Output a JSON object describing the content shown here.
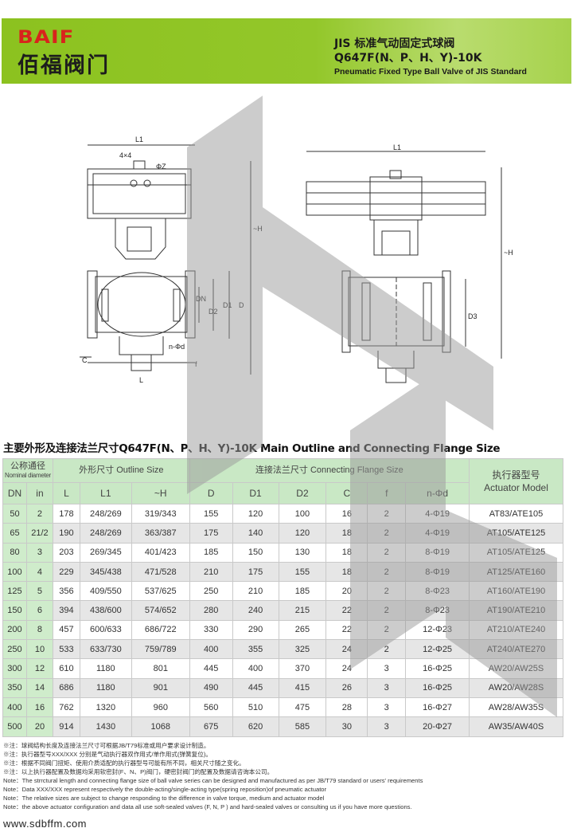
{
  "header": {
    "logo_en": "BAIF",
    "logo_cn": "佰福阀门",
    "title_cn": "JIS 标准气动固定式球阀",
    "model": "Q647F(N、P、H、Y)-10K",
    "title_en": "Pneumatic Fixed Type Ball Valve of JIS Standard"
  },
  "drawing": {
    "left_labels": {
      "l1": "L1",
      "key": "4×4",
      "phi_z": "ΦZ",
      "h": "~H",
      "dn": "DN",
      "d2": "D2",
      "d1": "D1",
      "d": "D",
      "c": "C",
      "f": "f",
      "nphid": "n-Φd",
      "l": "L"
    },
    "right_labels": {
      "l1": "L1",
      "h": "~H",
      "d3": "D3"
    }
  },
  "section_title": "主要外形及连接法兰尺寸Q647F(N、P、H、Y)-10K   Main Outline and Connecting Flange Size",
  "table": {
    "group_headers": {
      "nominal_cn": "公称通径",
      "nominal_en": "Nominal diameter",
      "outline": "外形尺寸 Outline Size",
      "flange": "连接法兰尺寸 Connecting Flange Size",
      "actuator_cn": "执行器型号",
      "actuator_en": "Actuator Model"
    },
    "columns": [
      "DN",
      "in",
      "L",
      "L1",
      "~H",
      "D",
      "D1",
      "D2",
      "C",
      "f",
      "n-Φd"
    ],
    "rows": [
      [
        "50",
        "2",
        "178",
        "248/269",
        "319/343",
        "155",
        "120",
        "100",
        "16",
        "2",
        "4-Φ19",
        "AT83/ATE105"
      ],
      [
        "65",
        "21/2",
        "190",
        "248/269",
        "363/387",
        "175",
        "140",
        "120",
        "18",
        "2",
        "4-Φ19",
        "AT105/ATE125"
      ],
      [
        "80",
        "3",
        "203",
        "269/345",
        "401/423",
        "185",
        "150",
        "130",
        "18",
        "2",
        "8-Φ19",
        "AT105/ATE125"
      ],
      [
        "100",
        "4",
        "229",
        "345/438",
        "471/528",
        "210",
        "175",
        "155",
        "18",
        "2",
        "8-Φ19",
        "AT125/ATE160"
      ],
      [
        "125",
        "5",
        "356",
        "409/550",
        "537/625",
        "250",
        "210",
        "185",
        "20",
        "2",
        "8-Φ23",
        "AT160/ATE190"
      ],
      [
        "150",
        "6",
        "394",
        "438/600",
        "574/652",
        "280",
        "240",
        "215",
        "22",
        "2",
        "8-Φ23",
        "AT190/ATE210"
      ],
      [
        "200",
        "8",
        "457",
        "600/633",
        "686/722",
        "330",
        "290",
        "265",
        "22",
        "2",
        "12-Φ23",
        "AT210/ATE240"
      ],
      [
        "250",
        "10",
        "533",
        "633/730",
        "759/789",
        "400",
        "355",
        "325",
        "24",
        "2",
        "12-Φ25",
        "AT240/ATE270"
      ],
      [
        "300",
        "12",
        "610",
        "1180",
        "801",
        "445",
        "400",
        "370",
        "24",
        "3",
        "16-Φ25",
        "AW20/AW25S"
      ],
      [
        "350",
        "14",
        "686",
        "1180",
        "901",
        "490",
        "445",
        "415",
        "26",
        "3",
        "16-Φ25",
        "AW20/AW28S"
      ],
      [
        "400",
        "16",
        "762",
        "1320",
        "960",
        "560",
        "510",
        "475",
        "28",
        "3",
        "16-Φ27",
        "AW28/AW35S"
      ],
      [
        "500",
        "20",
        "914",
        "1430",
        "1068",
        "675",
        "620",
        "585",
        "30",
        "3",
        "20-Φ27",
        "AW35/AW40S"
      ]
    ]
  },
  "notes": [
    "※注：球阀结构长度及连接法兰尺寸可根据JB/T79标准或用户要求设计制造。",
    "※注：执行器型号XXX/XXX 分别是气动执行器双作用式/单作用式(弹簧复位)。",
    "※注：根据不同阀门扭矩、使用介质适配的执行器型号可能有所不同，相关尺寸随之变化。",
    "※注：以上执行器配置及数据均采用软密封(F、N、P)阀门，硬密封阀门的配置及数据请咨询本公司。",
    "Note：The strrctural length and connecting flange size of ball valve series can be designed and manufactured as per JB/T79 standard or users' requirements",
    "Note：Data XXX/XXX represent respectively the double-acting/single-acting type(spring reposition)of pneumatic actuator",
    "Note：The relative sizes are subject to change responding to the difference in valve torque, medium and actuator model",
    "Note：the above actuator  configuration and data  all use soft-sealed valves (F, N, P ) and  hard-sealed valves or consulting us if you have more questions."
  ],
  "footer": {
    "url": "www.sdbffm.com"
  }
}
